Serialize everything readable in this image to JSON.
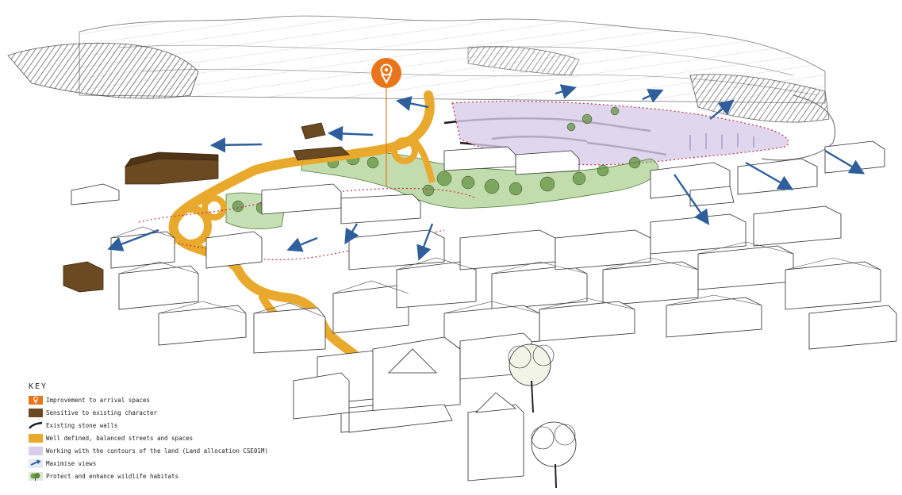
{
  "colors": {
    "arrival": "#e8751a",
    "character": "#6b4a22",
    "streets": "#e8a92c",
    "contours": "#d8cdea",
    "views": "#2e5e9c",
    "wildlife": "#6e9f4c",
    "ink": "#2a2a2a"
  },
  "icons": {
    "arrival": "location-pin-icon",
    "views": "view-arrow-icon",
    "wildlife": "tree-icon"
  },
  "key": {
    "title": "KEY",
    "items": [
      {
        "label": "Improvement to arrival spaces"
      },
      {
        "label": "Sensitive to existing character"
      },
      {
        "label": "Existing stone walls"
      },
      {
        "label": "Well defined, balanced streets and spaces"
      },
      {
        "label": "Working with the contours of the land (Land allocation CSE01M)"
      },
      {
        "label": "Maximise views"
      },
      {
        "label": "Protect and enhance wildlife habitats"
      }
    ]
  }
}
